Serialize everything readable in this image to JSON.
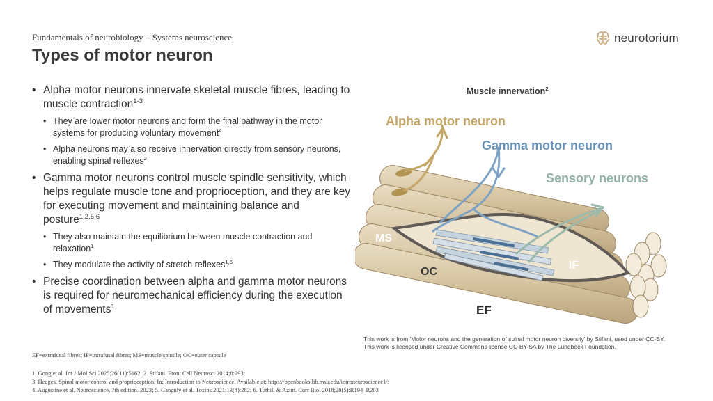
{
  "header": {
    "subtitle": "Fundamentals of neurobiology – Systems neuroscience",
    "title": "Types of motor neuron",
    "logo_text": "neurotorium"
  },
  "bullets": [
    {
      "text": "Alpha motor neurons innervate skeletal muscle fibres, leading to muscle contraction",
      "sup": "1-3",
      "sub": [
        {
          "text": "They are lower motor neurons and form the final pathway in the motor systems for producing voluntary movement",
          "sup": "4"
        },
        {
          "text": "Alpha neurons may also receive innervation directly from sensory neurons, enabling spinal reflexes",
          "sup": "2"
        }
      ]
    },
    {
      "text": "Gamma motor neurons control muscle spindle sensitivity, which helps regulate muscle tone and proprioception, and they are key for executing movement and maintaining balance and posture",
      "sup": "1,2,5,6",
      "sub": [
        {
          "text": "They also maintain the equilibrium between muscle contraction and relaxation",
          "sup": "1"
        },
        {
          "text": "They modulate the activity of stretch reflexes",
          "sup": "1,5"
        }
      ]
    },
    {
      "text": "Precise coordination between alpha and gamma motor neurons is required for neuromechanical efficiency during the execution of movements",
      "sup": "1",
      "sub": []
    }
  ],
  "figure": {
    "title": "Muscle innervation",
    "title_sup": "2",
    "labels": {
      "alpha": "Alpha motor neuron",
      "gamma": "Gamma motor neuron",
      "sensory": "Sensory neurons",
      "ms": "MS",
      "oc": "OC",
      "if": "IF",
      "ef": "EF"
    },
    "colors": {
      "alpha": "#c4a667",
      "gamma": "#6a93b9",
      "sensory": "#92b2a3",
      "fibre": "#d8c8a7"
    },
    "credit": "This work is from 'Motor neurons and the generation of spinal motor neuron diversity' by Stifani, used under CC-BY. This work is licensed under Creative Commons license CC-BY-SA by The Lundbeck Foundation."
  },
  "abbreviations": "EF=extrafusal fibres; IF=intrafusal fibres; MS=muscle spindle; OC=outer capsule",
  "references": [
    "1. Gong et al. Int J Mol Sci 2025;26(11):5162; 2. Stifani. Front Cell Neurosci 2014;8:293;",
    "3. Hedges. Spinal motor control and proprioception. In: Introduction to Neuroscience. Available at: https://openbooks.lib.msu.edu/introneuroscience1/;",
    "4. Augustine et al. Neuroscience, 7th edition. 2023; 5. Ganguly et al. Toxins 2021;13(4):282; 6. Tuthill & Azim. Curr Biol 2018;28(5):R194–R203"
  ]
}
